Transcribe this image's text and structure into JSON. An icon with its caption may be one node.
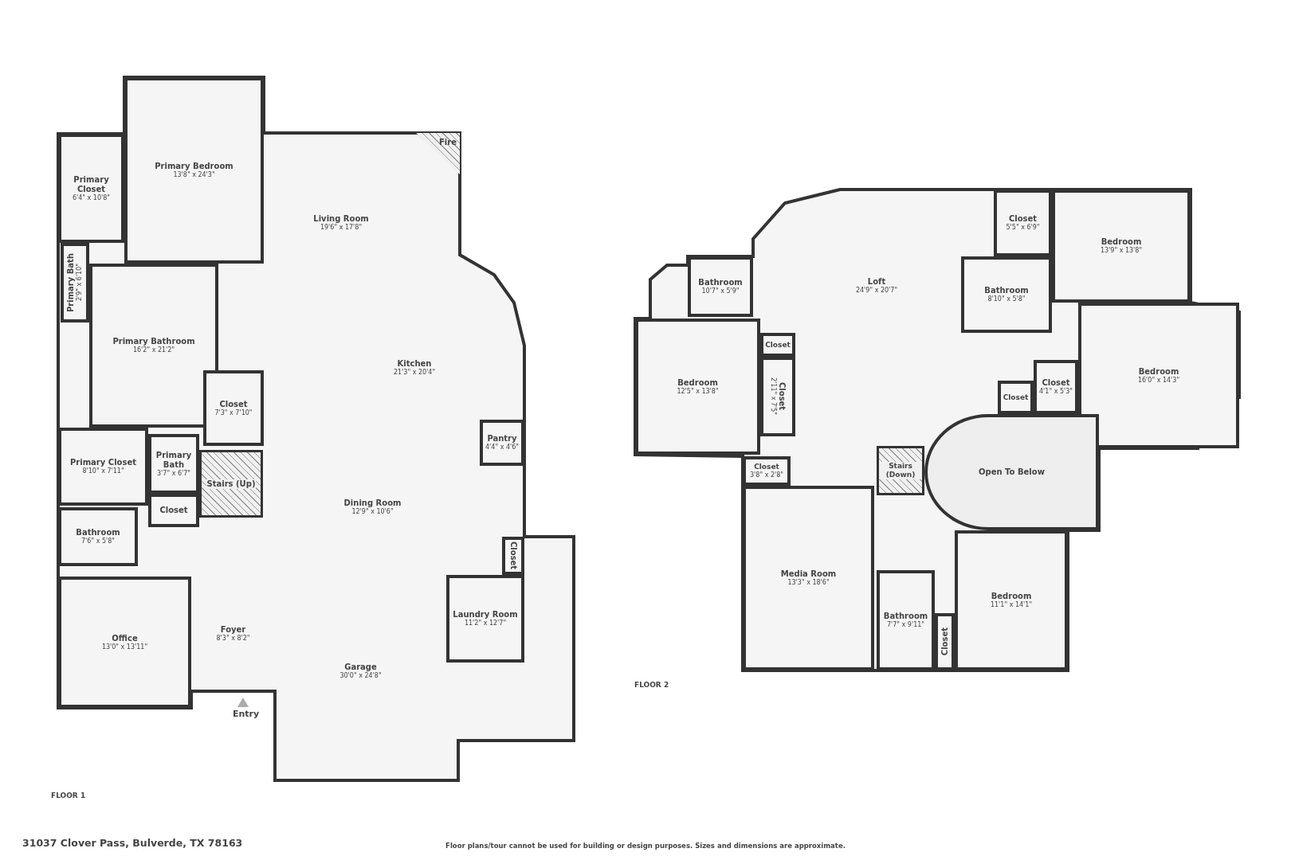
{
  "diagram": {
    "nodes": [
      {
        "text": [
          "Primary Closet",
          "6'4\" x 10'8\""
        ]
      },
      {
        "text": [
          "Primary Bedroom",
          "13'8\" x 24'3\""
        ]
      },
      {
        "text": [
          "Living Room",
          "19'6\" x 17'8\""
        ]
      },
      {
        "text": [
          "Fire"
        ]
      },
      {
        "text": [
          "Primary Bath",
          "2'9\" x 6'10\""
        ]
      },
      {
        "text": [
          "Primary Bathroom",
          "16'2\" x 21'2\""
        ]
      },
      {
        "text": [
          "Kitchen",
          "21'3\" x 20'4\""
        ]
      },
      {
        "text": [
          "Closet",
          "7'3\" x 7'10\""
        ]
      },
      {
        "text": [
          "Pantry",
          "4'4\" x 4'6\""
        ]
      },
      {
        "text": [
          "Primary Closet",
          "8'10\" x 7'11\""
        ]
      },
      {
        "text": [
          "Primary Bath",
          "3'7\" x 6'7\""
        ]
      },
      {
        "text": [
          "Stairs (Up)"
        ]
      },
      {
        "text": [
          "Closet"
        ]
      },
      {
        "text": [
          "Dining Room",
          "12'9\" x 10'6\""
        ]
      },
      {
        "text": [
          "Bathroom",
          "7'6\" x 5'8\""
        ]
      },
      {
        "text": [
          "Laundry Room",
          "11'2\" x 12'7\""
        ]
      },
      {
        "text": [
          "Closet"
        ]
      },
      {
        "text": [
          "Office",
          "13'0\" x 13'11\""
        ]
      },
      {
        "text": [
          "Foyer",
          "8'3\" x 8'2\""
        ]
      },
      {
        "text": [
          "Garage",
          "30'0\" x 24'8\""
        ]
      },
      {
        "text": [
          "Loft",
          "24'9\" x 20'7\""
        ]
      },
      {
        "text": [
          "Closet",
          "5'5\" x 6'9\""
        ]
      },
      {
        "text": [
          "Bedroom",
          "13'9\" x 13'8\""
        ]
      },
      {
        "text": [
          "Bathroom",
          "10'7\" x 5'9\""
        ]
      },
      {
        "text": [
          "Bathroom",
          "8'10\" x 5'8\""
        ]
      },
      {
        "text": [
          "Bedroom",
          "12'5\" x 13'8\""
        ]
      },
      {
        "text": [
          "Closet"
        ]
      },
      {
        "text": [
          "Closet",
          "2'11\" x 7'5\""
        ]
      },
      {
        "text": [
          "Bedroom",
          "16'0\" x 14'3\""
        ]
      },
      {
        "text": [
          "Closet"
        ]
      },
      {
        "text": [
          "Closet",
          "4'1\" x 5'3\""
        ]
      },
      {
        "text": [
          "Open To Below"
        ]
      },
      {
        "text": [
          "Stairs (Down)"
        ]
      },
      {
        "text": [
          "Closet",
          "3'8\" x 2'8\""
        ]
      },
      {
        "text": [
          "Media Room",
          "13'3\" x 18'6\""
        ]
      },
      {
        "text": [
          "Bathroom",
          "7'7\" x 9'11\""
        ]
      },
      {
        "text": [
          "Closet"
        ]
      },
      {
        "text": [
          "Bedroom",
          "11'1\" x 14'1\""
        ]
      }
    ],
    "labels": [
      "Entry",
      "FLOOR 2",
      "FLOOR 1",
      "31037 Clover Pass, Bulverde, TX 78163",
      "Floor plans/tour cannot be used for building or design purposes. Sizes and dimensions are approximate."
    ]
  }
}
